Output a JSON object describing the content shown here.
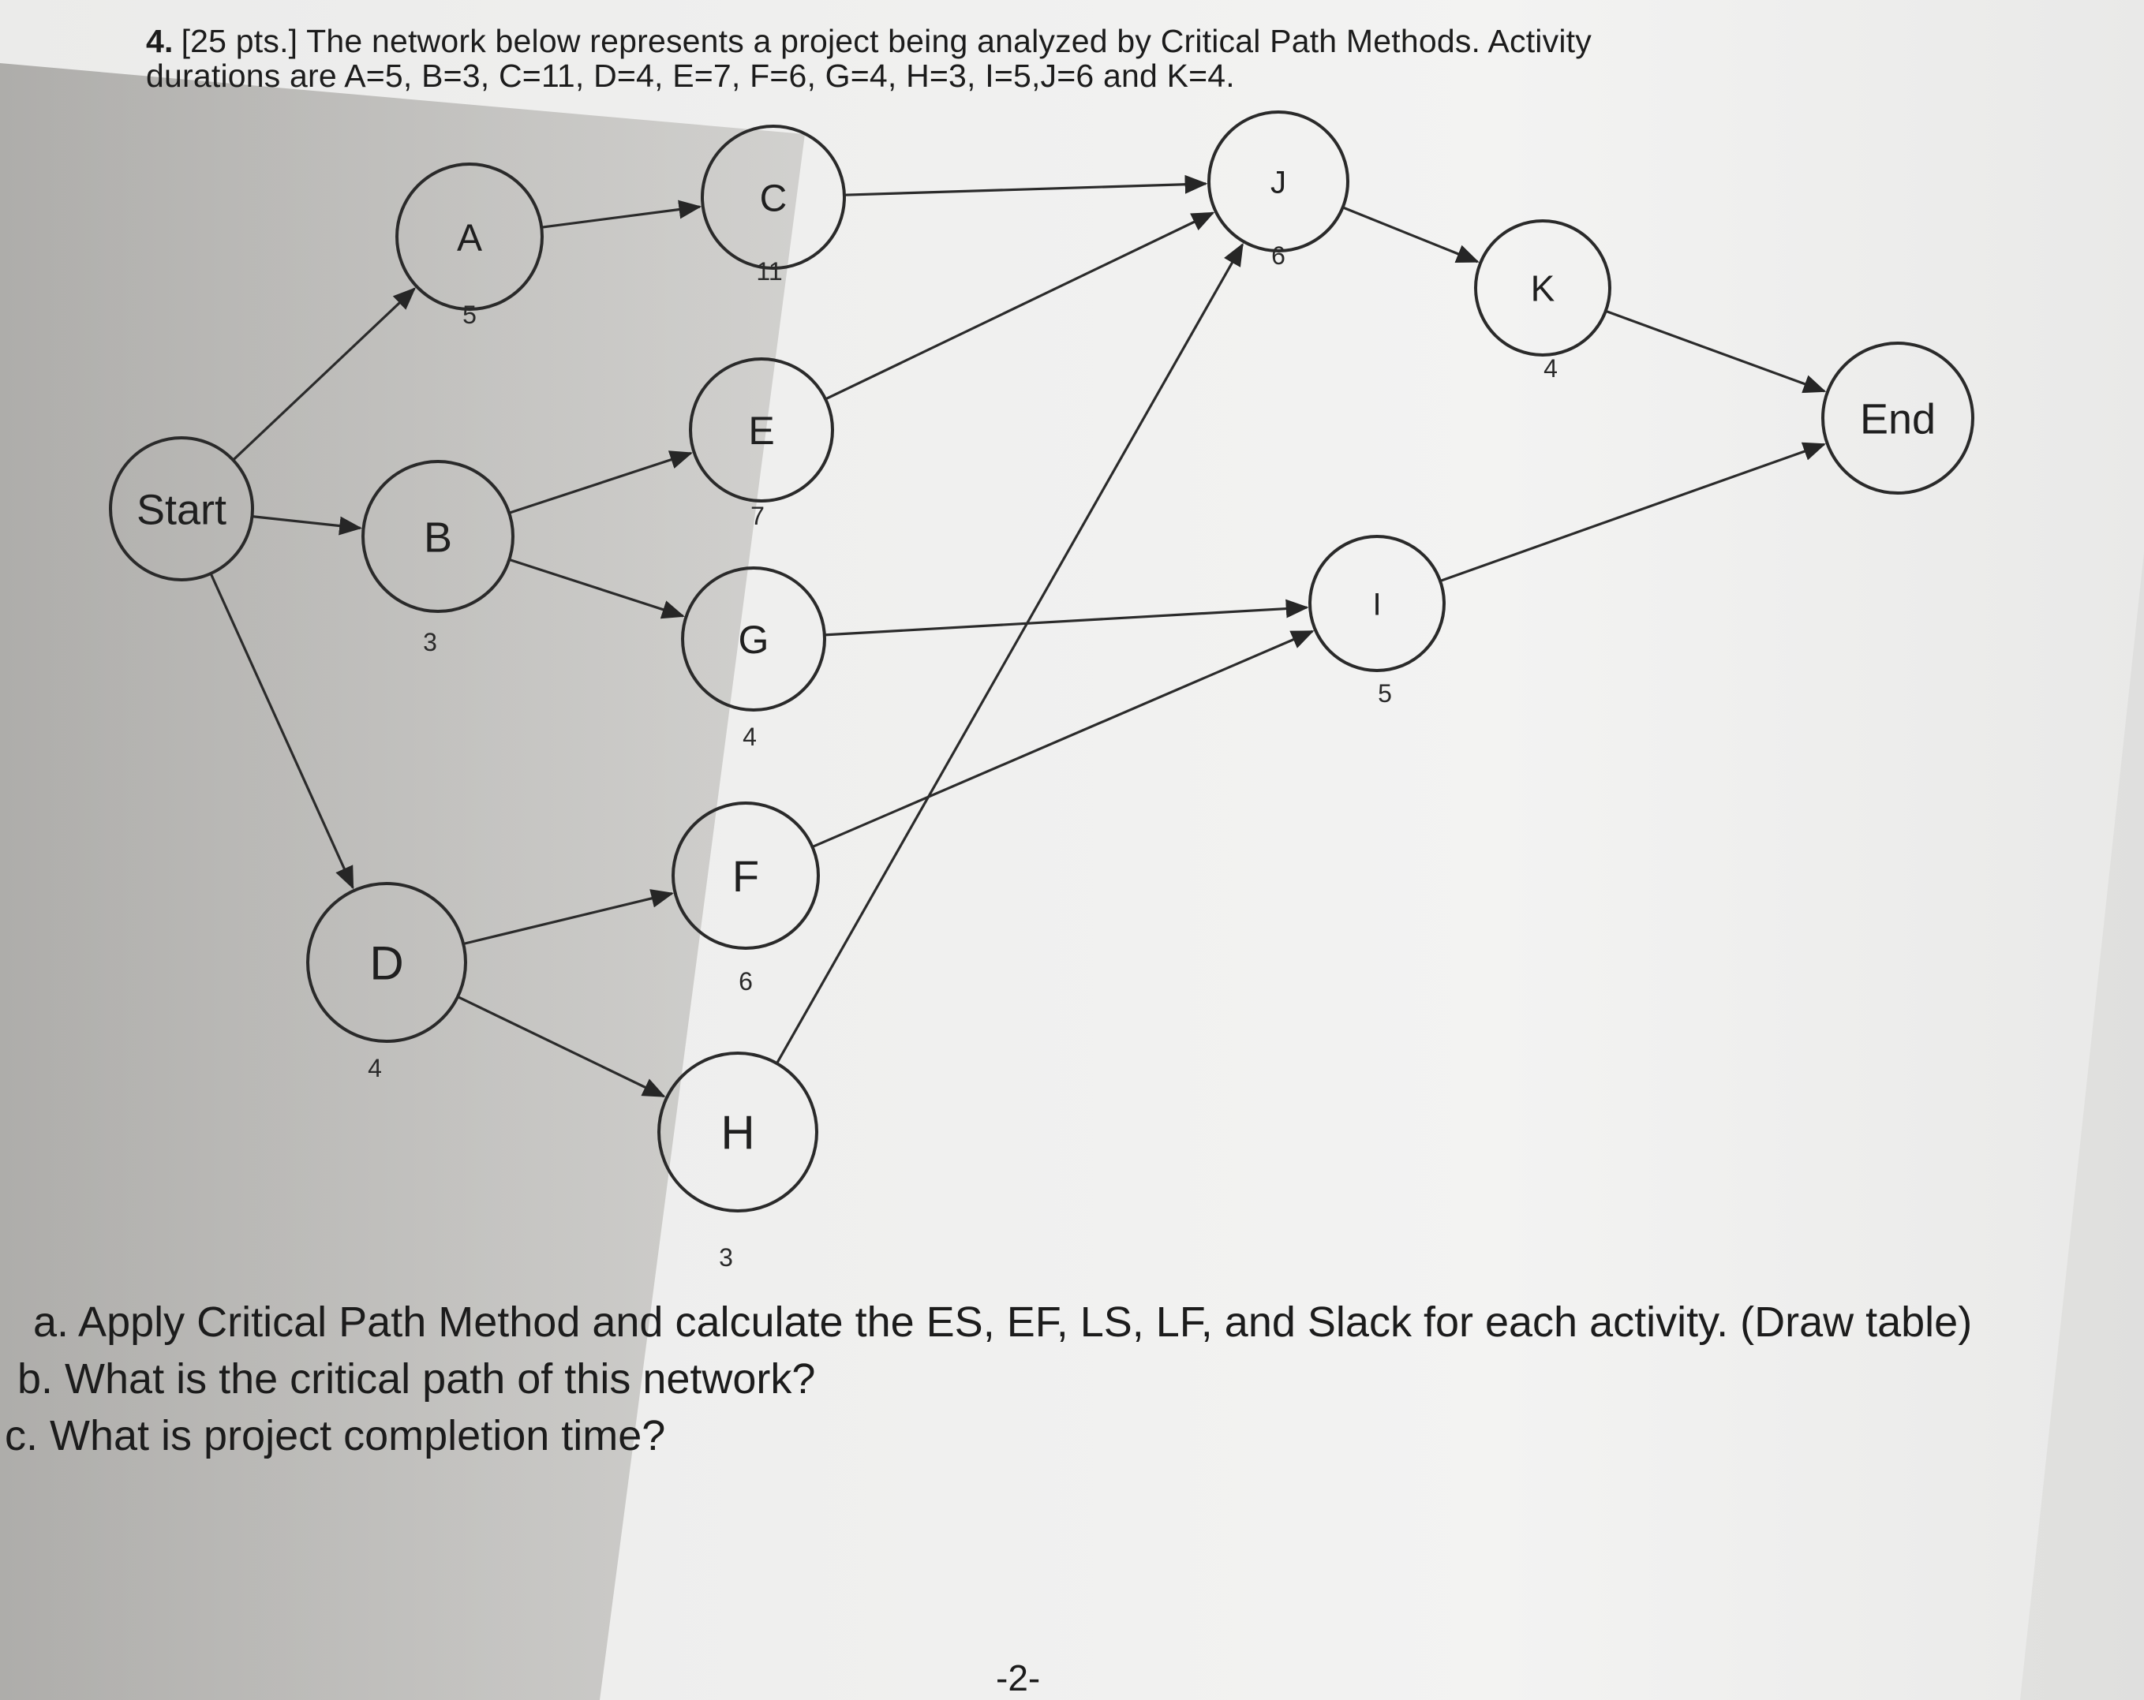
{
  "question": {
    "number": "4.",
    "points": "[25 pts.]",
    "line1": "The network below represents a project being analyzed by Critical Path Methods. Activity",
    "line2": "durations are A=5, B=3, C=11, D=4, E=7, F=6, G=4, H=3, I=5,J=6 and K=4."
  },
  "network": {
    "nodes": [
      {
        "id": "Start",
        "label": "Start",
        "duration": ""
      },
      {
        "id": "A",
        "label": "A",
        "duration": "5"
      },
      {
        "id": "B",
        "label": "B",
        "duration": "3"
      },
      {
        "id": "D",
        "label": "D",
        "duration": "4"
      },
      {
        "id": "C",
        "label": "C",
        "duration": "11"
      },
      {
        "id": "E",
        "label": "E",
        "duration": "7"
      },
      {
        "id": "G",
        "label": "G",
        "duration": "4"
      },
      {
        "id": "F",
        "label": "F",
        "duration": "6"
      },
      {
        "id": "H",
        "label": "H",
        "duration": "3"
      },
      {
        "id": "J",
        "label": "J",
        "duration": "6"
      },
      {
        "id": "I",
        "label": "I",
        "duration": "5"
      },
      {
        "id": "K",
        "label": "K",
        "duration": "4"
      },
      {
        "id": "End",
        "label": "End",
        "duration": ""
      }
    ],
    "edges": [
      [
        "Start",
        "A"
      ],
      [
        "Start",
        "B"
      ],
      [
        "Start",
        "D"
      ],
      [
        "A",
        "C"
      ],
      [
        "B",
        "E"
      ],
      [
        "B",
        "G"
      ],
      [
        "D",
        "F"
      ],
      [
        "D",
        "H"
      ],
      [
        "C",
        "J"
      ],
      [
        "E",
        "J"
      ],
      [
        "H",
        "J"
      ],
      [
        "G",
        "I"
      ],
      [
        "F",
        "I"
      ],
      [
        "J",
        "K"
      ],
      [
        "K",
        "End"
      ],
      [
        "I",
        "End"
      ]
    ]
  },
  "questions": {
    "a": "a. Apply Critical Path Method and calculate the ES, EF, LS, LF, and Slack for each activity. (Draw table)",
    "b": "b. What is the critical path of this network?",
    "c": "c. What is project completion time?"
  },
  "page_number": "-2-"
}
